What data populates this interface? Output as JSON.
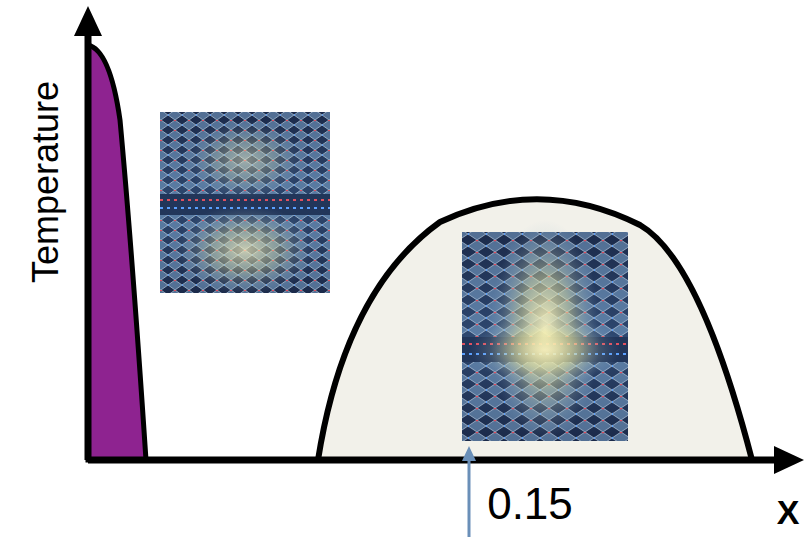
{
  "diagram": {
    "labels": [
      "Temperature",
      "0.15",
      "X"
    ]
  }
}
